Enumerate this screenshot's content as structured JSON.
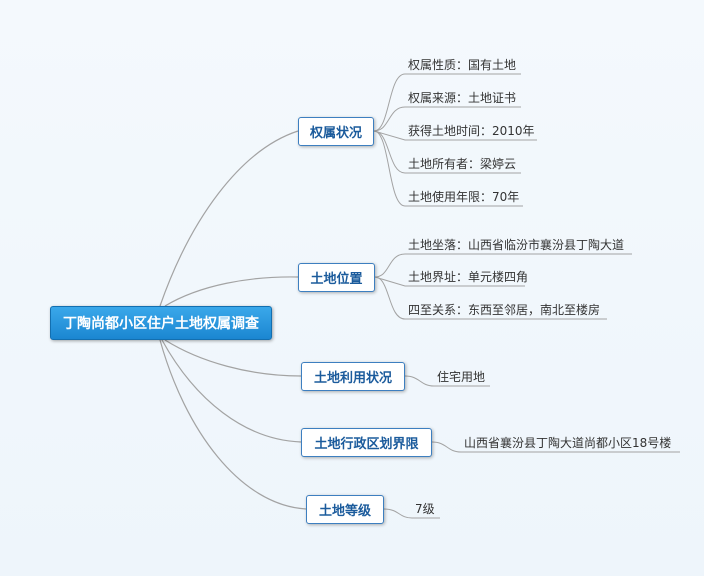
{
  "root": {
    "label": "丁陶尚都小区住户土地权属调查"
  },
  "branches": [
    {
      "label": "权属状况",
      "leaves": [
        "权属性质：国有土地",
        "权属来源：土地证书",
        "获得土地时间：2010年",
        "土地所有者：梁婷云",
        "土地使用年限：70年"
      ]
    },
    {
      "label": "土地位置",
      "leaves": [
        "土地坐落：山西省临汾市襄汾县丁陶大道",
        "土地界址：单元楼四角",
        "四至关系：东西至邻居，南北至楼房"
      ]
    },
    {
      "label": "土地利用状况",
      "leaves": [
        "住宅用地"
      ]
    },
    {
      "label": "土地行政区划界限",
      "leaves": [
        "山西省襄汾县丁陶大道尚都小区18号楼"
      ]
    },
    {
      "label": "土地等级",
      "leaves": [
        "7级"
      ]
    }
  ],
  "colors": {
    "root": "#1b86d1",
    "branch_border": "#3d7fc0",
    "branch_text": "#1b5b9c",
    "connector": "#a3a3a3"
  }
}
